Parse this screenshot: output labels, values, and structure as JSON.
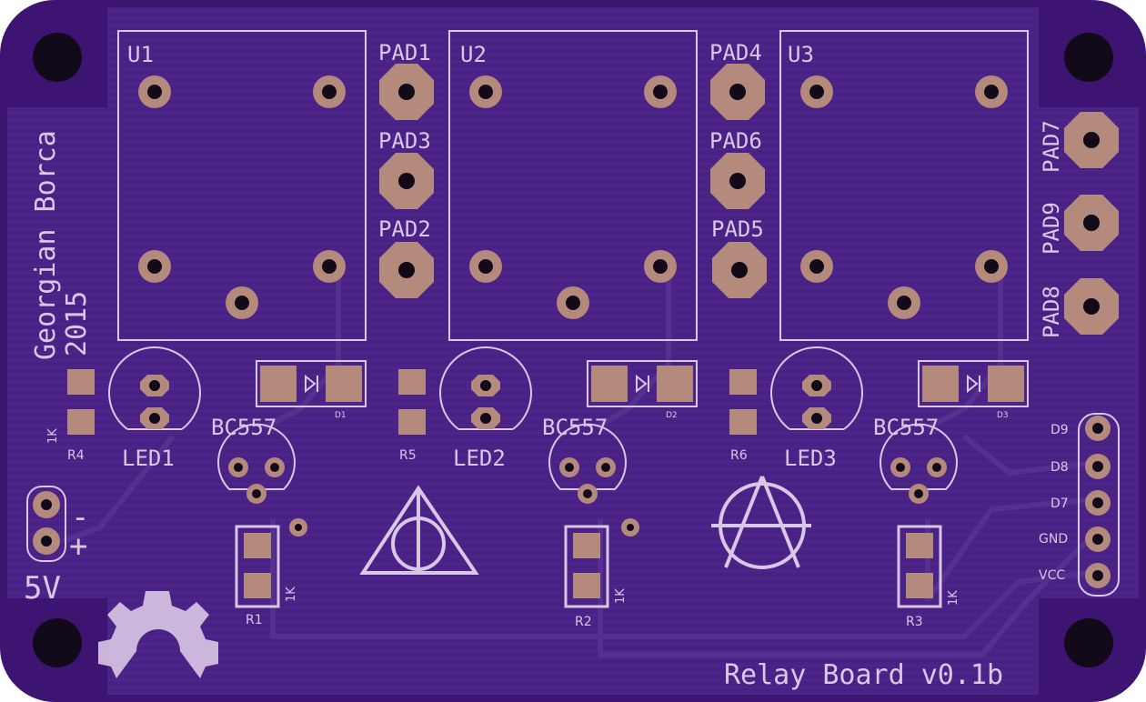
{
  "board": {
    "author": "Georgian Borca",
    "year": "2015",
    "title": "Relay Board v0.1b",
    "power_label": "5V",
    "colors": {
      "substrate": "#3d1472",
      "copper_pour": "#4a2286",
      "trace": "#4f2a8e",
      "silkscreen": "#d9c7e6",
      "pad_copper": "#b48a7c",
      "drill": "#120a18"
    }
  },
  "relays": [
    {
      "ref": "U1"
    },
    {
      "ref": "U2"
    },
    {
      "ref": "U3"
    }
  ],
  "pads": [
    "PAD1",
    "PAD3",
    "PAD2",
    "PAD4",
    "PAD6",
    "PAD5",
    "PAD7",
    "PAD9",
    "PAD8"
  ],
  "leds": [
    "LED1",
    "LED2",
    "LED3"
  ],
  "transistors": [
    "BC557",
    "BC557",
    "BC557"
  ],
  "resistors": {
    "base": [
      {
        "ref": "R1",
        "value": "1K"
      },
      {
        "ref": "R2",
        "value": "1K"
      },
      {
        "ref": "R3",
        "value": "1K"
      }
    ],
    "led": [
      {
        "ref": "R4",
        "value": "1K"
      },
      {
        "ref": "R5",
        "value": ""
      },
      {
        "ref": "R6",
        "value": ""
      }
    ]
  },
  "diodes": [
    "D1",
    "D2",
    "D3"
  ],
  "header_pins": [
    "D9",
    "D8",
    "D7",
    "GND",
    "VCC"
  ],
  "power_connector": {
    "minus": "-",
    "plus": "+"
  },
  "logos": [
    "open-hardware-gear",
    "deathly-hallows",
    "anarchy-symbol"
  ]
}
